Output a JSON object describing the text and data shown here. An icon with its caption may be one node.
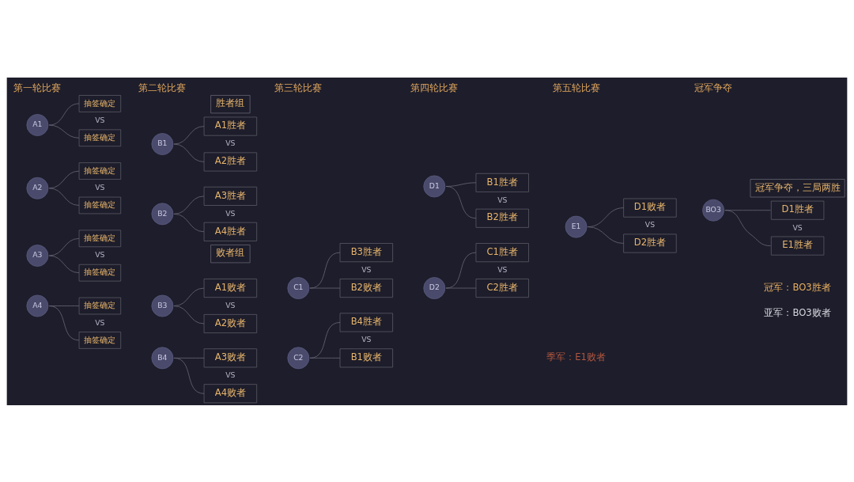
{
  "diagram": {
    "nodes": [
      {
        "text": [
          "胜者组"
        ]
      },
      {
        "text": [
          "A1"
        ]
      },
      {
        "text": [
          "抽签确定"
        ]
      },
      {
        "text": [
          "抽签确定"
        ]
      },
      {
        "text": [
          "A2"
        ]
      },
      {
        "text": [
          "抽签确定"
        ]
      },
      {
        "text": [
          "抽签确定"
        ]
      },
      {
        "text": [
          "A3"
        ]
      },
      {
        "text": [
          "抽签确定"
        ]
      },
      {
        "text": [
          "抽签确定"
        ]
      },
      {
        "text": [
          "A4"
        ]
      },
      {
        "text": [
          "抽签确定"
        ]
      },
      {
        "text": [
          "抽签确定"
        ]
      },
      {
        "text": [
          "B1"
        ]
      },
      {
        "text": [
          "A1胜者"
        ]
      },
      {
        "text": [
          "A2胜者"
        ]
      },
      {
        "text": [
          "B2"
        ]
      },
      {
        "text": [
          "A3胜者"
        ]
      },
      {
        "text": [
          "A4胜者"
        ]
      },
      {
        "text": [
          "败者组"
        ]
      },
      {
        "text": [
          "B3"
        ]
      },
      {
        "text": [
          "A1败者"
        ]
      },
      {
        "text": [
          "A2败者"
        ]
      },
      {
        "text": [
          "B4"
        ]
      },
      {
        "text": [
          "A3败者"
        ]
      },
      {
        "text": [
          "A4败者"
        ]
      },
      {
        "text": [
          "C1"
        ]
      },
      {
        "text": [
          "B3胜者"
        ]
      },
      {
        "text": [
          "B2败者"
        ]
      },
      {
        "text": [
          "C2"
        ]
      },
      {
        "text": [
          "B4胜者"
        ]
      },
      {
        "text": [
          "B1败者"
        ]
      },
      {
        "text": [
          "D1"
        ]
      },
      {
        "text": [
          "B1胜者"
        ]
      },
      {
        "text": [
          "B2胜者"
        ]
      },
      {
        "text": [
          "D2"
        ]
      },
      {
        "text": [
          "C1胜者"
        ]
      },
      {
        "text": [
          "C2胜者"
        ]
      },
      {
        "text": [
          "E1"
        ]
      },
      {
        "text": [
          "D1败者"
        ]
      },
      {
        "text": [
          "D2胜者"
        ]
      },
      {
        "text": [
          "冠军争夺，三局两胜"
        ]
      },
      {
        "text": [
          "BO3"
        ]
      },
      {
        "text": [
          "D1胜者"
        ]
      },
      {
        "text": [
          "E1胜者"
        ]
      }
    ],
    "edges": [
      {
        "from": 1,
        "to": 2,
        "arrow": "none"
      },
      {
        "from": 1,
        "to": 3,
        "arrow": "none"
      },
      {
        "from": 4,
        "to": 5,
        "arrow": "none"
      },
      {
        "from": 4,
        "to": 6,
        "arrow": "none"
      },
      {
        "from": 7,
        "to": 8,
        "arrow": "none"
      },
      {
        "from": 7,
        "to": 9,
        "arrow": "none"
      },
      {
        "from": 10,
        "to": 11,
        "arrow": "none"
      },
      {
        "from": 10,
        "to": 12,
        "arrow": "none"
      },
      {
        "from": 13,
        "to": 14,
        "arrow": "none"
      },
      {
        "from": 13,
        "to": 15,
        "arrow": "none"
      },
      {
        "from": 16,
        "to": 17,
        "arrow": "none"
      },
      {
        "from": 16,
        "to": 18,
        "arrow": "none"
      },
      {
        "from": 20,
        "to": 21,
        "arrow": "none"
      },
      {
        "from": 20,
        "to": 22,
        "arrow": "none"
      },
      {
        "from": 23,
        "to": 24,
        "arrow": "none"
      },
      {
        "from": 23,
        "to": 25,
        "arrow": "none"
      },
      {
        "from": 26,
        "to": 27,
        "arrow": "none"
      },
      {
        "from": 26,
        "to": 28,
        "arrow": "none"
      },
      {
        "from": 29,
        "to": 30,
        "arrow": "none"
      },
      {
        "from": 29,
        "to": 31,
        "arrow": "none"
      },
      {
        "from": 32,
        "to": 33,
        "arrow": "none"
      },
      {
        "from": 32,
        "to": 34,
        "arrow": "none"
      },
      {
        "from": 35,
        "to": 36,
        "arrow": "none"
      },
      {
        "from": 35,
        "to": 37,
        "arrow": "none"
      },
      {
        "from": 38,
        "to": 39,
        "arrow": "none"
      },
      {
        "from": 38,
        "to": 40,
        "arrow": "none"
      },
      {
        "from": 42,
        "to": 43,
        "arrow": "none"
      },
      {
        "from": 42,
        "to": 44,
        "arrow": "none"
      }
    ],
    "labels": [
      "第一轮比赛",
      "第二轮比赛",
      "第三轮比赛",
      "第四轮比赛",
      "第五轮比赛",
      "冠军争夺",
      "VS",
      "VS",
      "VS",
      "VS",
      "VS",
      "VS",
      "VS",
      "VS",
      "VS",
      "VS",
      "VS",
      "VS",
      "VS",
      "VS"
    ],
    "legend": [
      {
        "text": "冠军：BO3胜者"
      },
      {
        "text": "亚军：BO3败者"
      },
      {
        "text": "季军：E1败者"
      }
    ]
  }
}
